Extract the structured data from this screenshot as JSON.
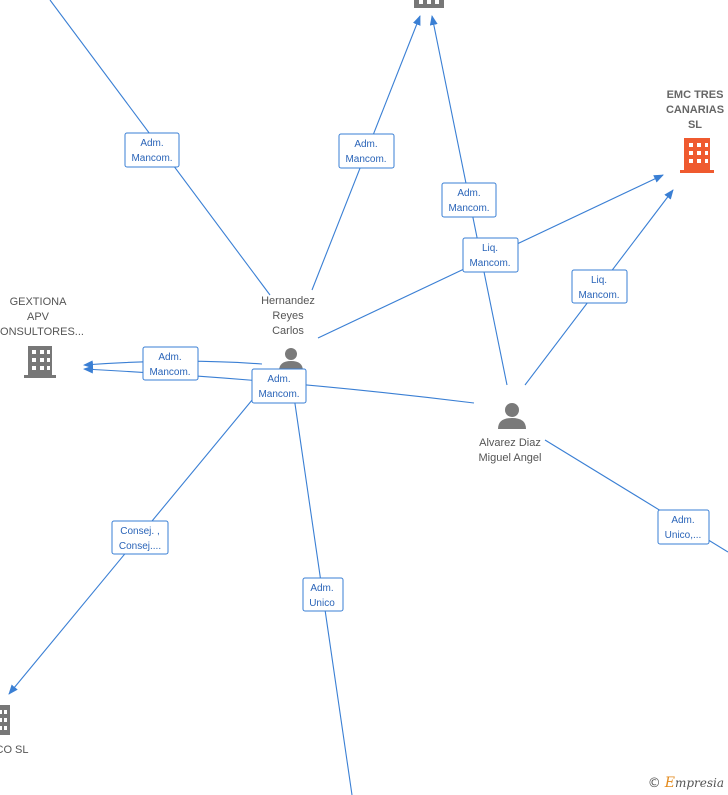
{
  "nodes": {
    "hernandez": {
      "line1": "Hernandez",
      "line2": "Reyes",
      "line3": "Carlos"
    },
    "alvarez": {
      "line1": "Alvarez Diaz",
      "line2": "Miguel Angel"
    },
    "gextiona": {
      "line1": "GEXTIONA",
      "line2": "APV",
      "line3": "CONSULTORES..."
    },
    "emc": {
      "line1": "EMC TRES",
      "line2": "CANARIAS",
      "line3": "SL"
    },
    "bottom_left": {
      "line1": "CO SL"
    }
  },
  "edge_labels": {
    "top_left_adm": {
      "l1": "Adm.",
      "l2": "Mancom."
    },
    "top_mid_adm": {
      "l1": "Adm.",
      "l2": "Mancom."
    },
    "top_right_adm": {
      "l1": "Adm.",
      "l2": "Mancom."
    },
    "liq_center": {
      "l1": "Liq.",
      "l2": "Mancom."
    },
    "liq_right": {
      "l1": "Liq.",
      "l2": "Mancom."
    },
    "gextiona_adm1": {
      "l1": "Adm.",
      "l2": "Mancom."
    },
    "gextiona_adm2": {
      "l1": "Adm.",
      "l2": "Mancom."
    },
    "consej": {
      "l1": "Consej. ,",
      "l2": "Consej...."
    },
    "adm_unico_bottom": {
      "l1": "Adm.",
      "l2": "Unico"
    },
    "adm_unico_right": {
      "l1": "Adm.",
      "l2": "Unico,..."
    }
  },
  "footer": {
    "copyright": "©",
    "brand_e": "E",
    "brand_rest": "mpresia"
  },
  "colors": {
    "edge": "#3a7fd4",
    "highlight_company": "#ef5a2f",
    "company": "#777777"
  }
}
